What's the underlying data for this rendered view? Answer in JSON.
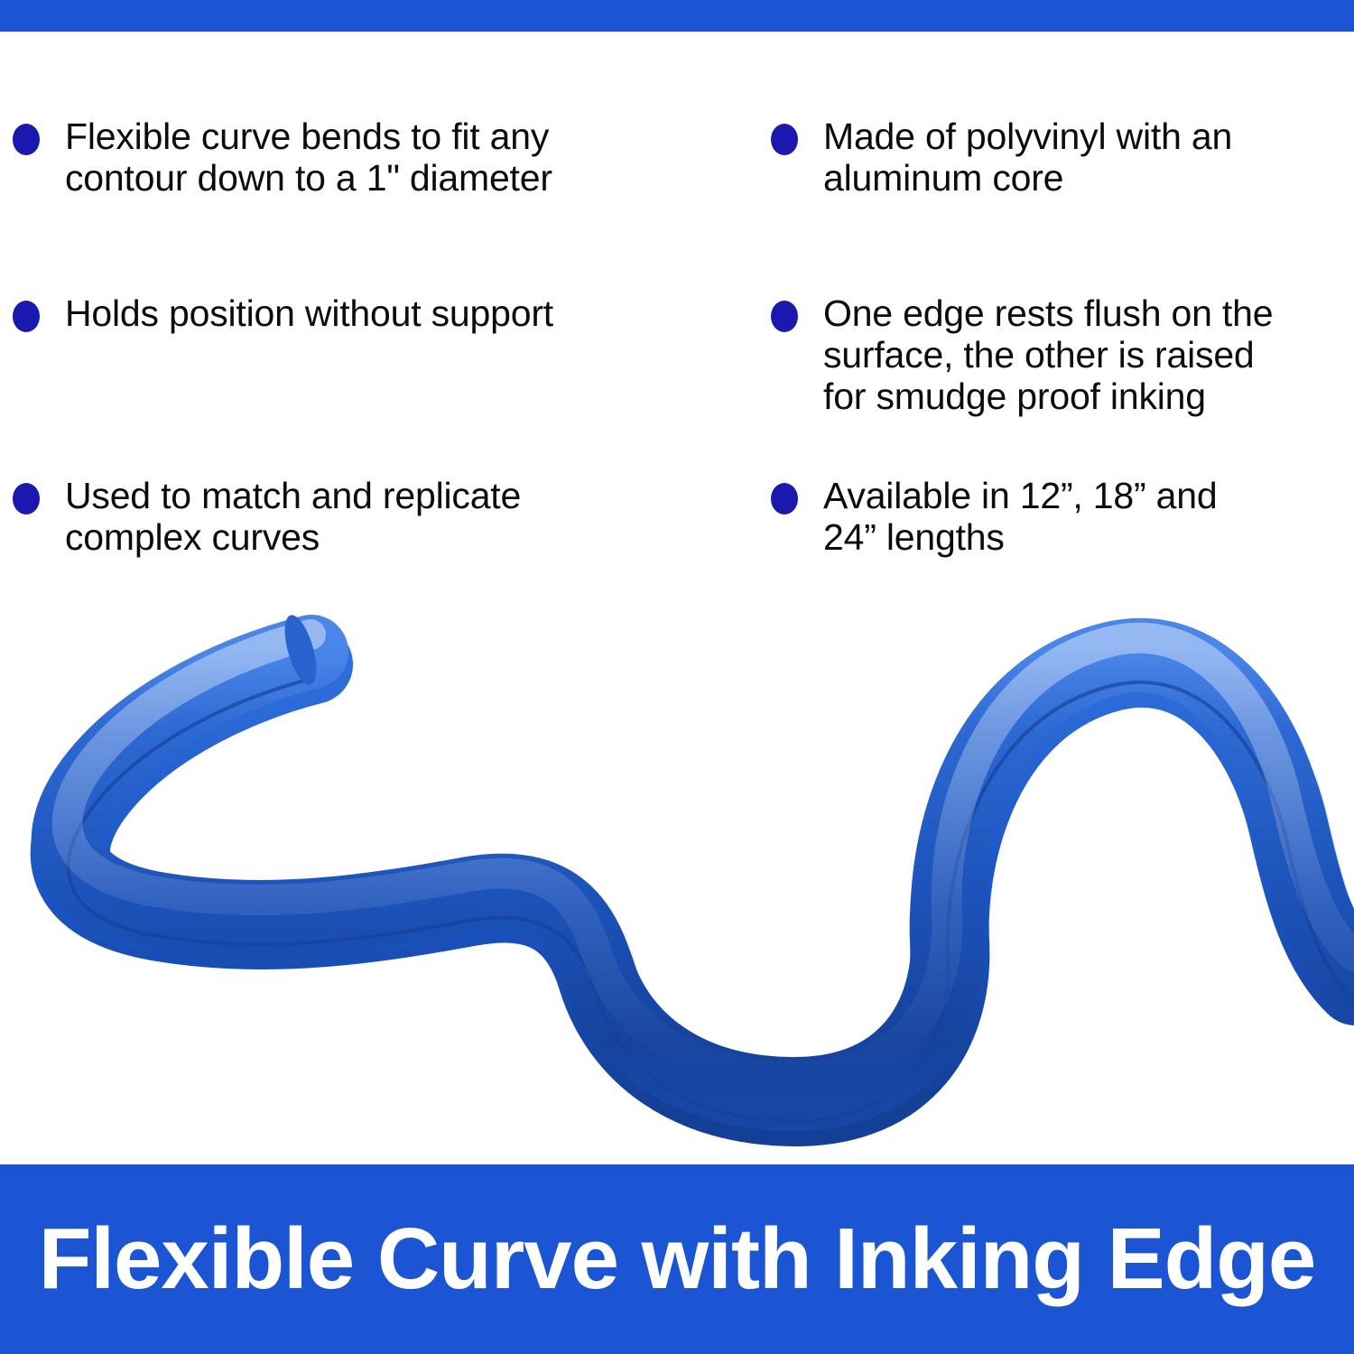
{
  "theme": {
    "band_blue": "#1b55d4",
    "bullet_blue": "#1a18ae",
    "text_black": "#0c0c0c",
    "banner_text": "#ffffff",
    "product_blue": "#1f5fc8",
    "background": "#ffffff"
  },
  "features": {
    "left_column": [
      {
        "id": "bullet-flexible-bends",
        "text": " Flexible curve bends to fit any\ncontour down to a 1\" diameter"
      },
      {
        "id": "bullet-holds-position",
        "text": " Holds position without support"
      },
      {
        "id": "bullet-match-replicate",
        "text": "Used to match and replicate\ncomplex curves"
      }
    ],
    "right_column": [
      {
        "id": "bullet-polyvinyl-aluminum",
        "text": "Made of polyvinyl with an\naluminum core"
      },
      {
        "id": "bullet-inking-edge",
        "text": "One edge rests flush on the\nsurface, the other is raised\nfor smudge proof inking"
      },
      {
        "id": "bullet-lengths",
        "text": "Available in 12”, 18” and\n24” lengths"
      }
    ]
  },
  "product": {
    "name": "flexible-curve-ruler",
    "description": "Blue polyvinyl flexible curve ruler bent into an S shape with a raised inking edge ridge along one side"
  },
  "banner": {
    "title": "Flexible Curve with Inking Edge"
  }
}
